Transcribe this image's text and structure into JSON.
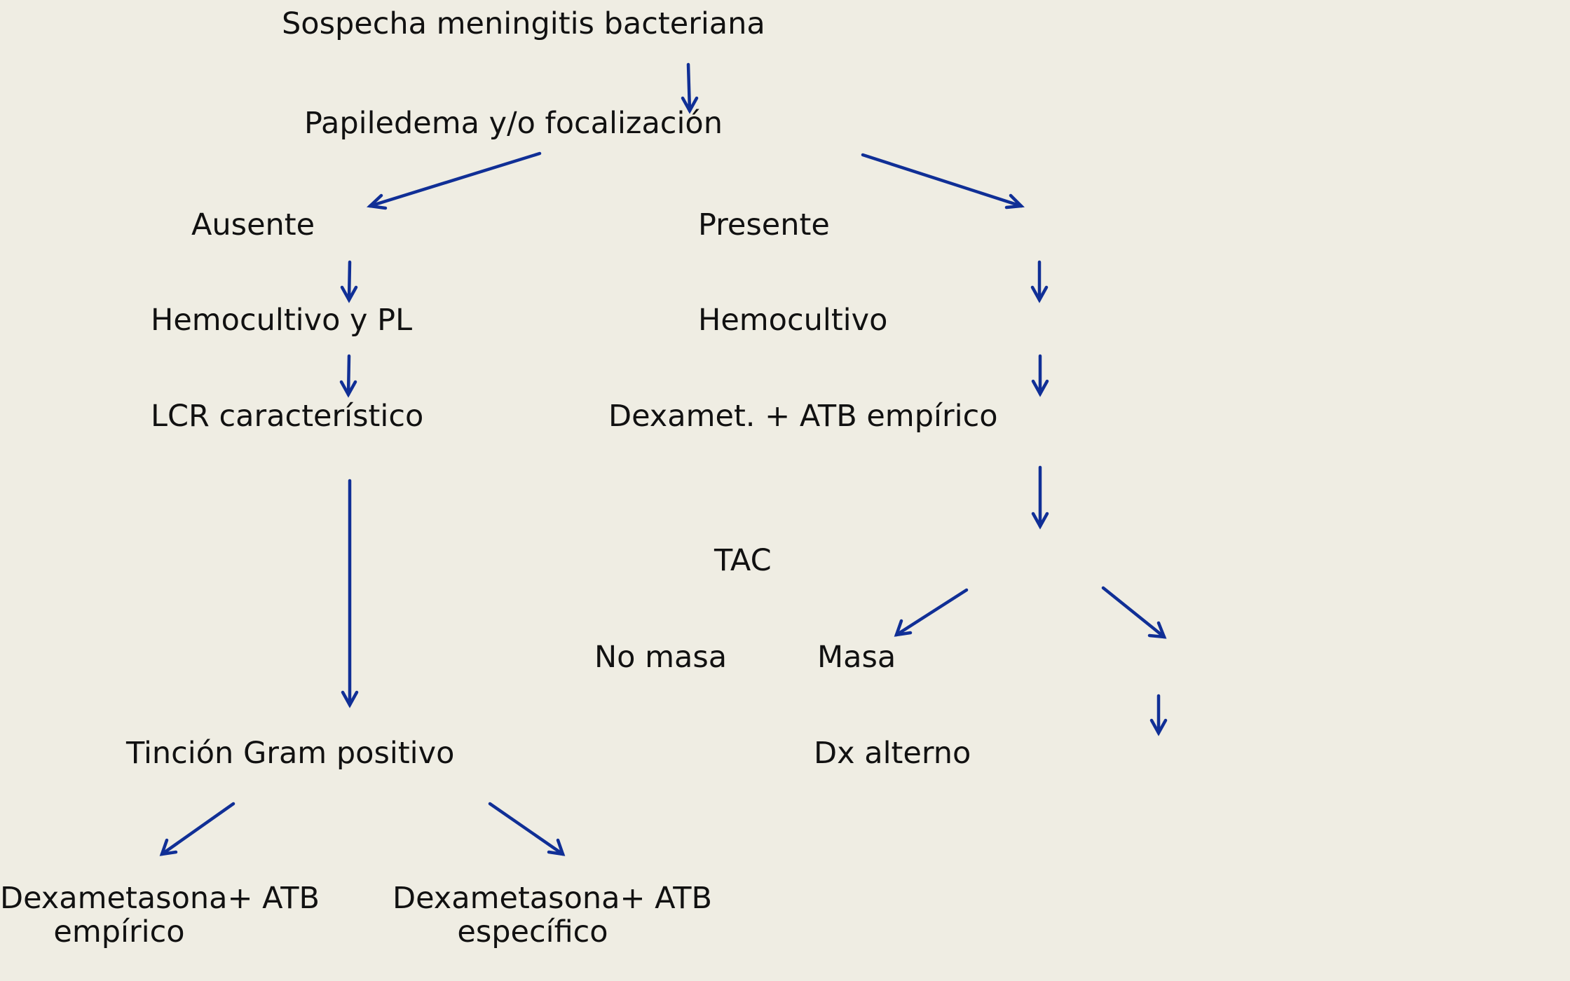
{
  "flowchart": {
    "nodes": {
      "suspect": "Sospecha meningitis bacteriana",
      "papilledema": "Papiledema y/o focalización",
      "absent": "Ausente",
      "present": "Presente",
      "blood_culture_lp": "Hemocultivo y PL",
      "blood_culture": "Hemocultivo",
      "csf_characteristic": "LCR característico",
      "dexamet_empirical": "Dexamet. + ATB empírico",
      "ct": "TAC",
      "no_mass": "No masa",
      "mass": "Masa",
      "gram_positive": "Tinción Gram positivo",
      "alt_dx": "Dx alterno",
      "dexa_empirico_line1": "Dexametasona+ ATB",
      "dexa_empirico_line2": "empírico",
      "dexa_especifico_line1": "Dexametasona+ ATB",
      "dexa_especifico_line2": "específico"
    },
    "arrow_color": "#102f96",
    "background_color": "#efede3"
  }
}
